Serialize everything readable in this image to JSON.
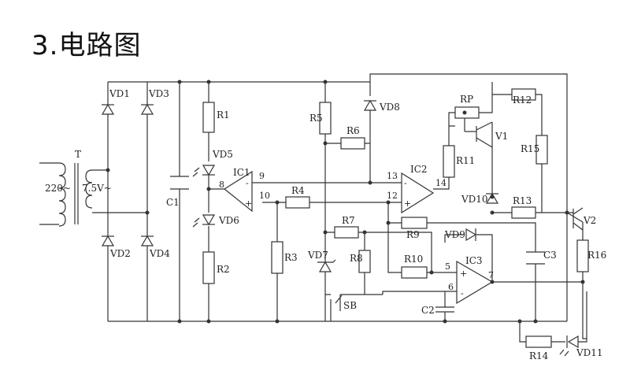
{
  "title": "3.电路图",
  "labels": {
    "T": "T",
    "v220": "220~",
    "v75": "7.5V~",
    "VD1": "VD1",
    "VD2": "VD2",
    "VD3": "VD3",
    "VD4": "VD4",
    "C1": "C1",
    "R1": "R1",
    "R2": "R2",
    "VD5": "VD5",
    "VD6": "VD6",
    "IC1": "IC1",
    "R3": "R3",
    "R4": "R4",
    "R5": "R5",
    "R6": "R6",
    "VD7": "VD7",
    "R7": "R7",
    "R8": "R8",
    "SB": "SB",
    "VD8": "VD8",
    "IC2": "IC2",
    "R9": "R9",
    "R10": "R10",
    "R11": "R11",
    "RP": "RP",
    "R12": "R12",
    "V1": "V1",
    "R15": "R15",
    "VD10": "VD10",
    "R13": "R13",
    "VD9": "VD9",
    "IC3": "IC3",
    "C2": "C2",
    "C3": "C3",
    "V2": "V2",
    "R16": "R16",
    "R14": "R14",
    "VD11": "VD11"
  },
  "pins": {
    "p8": "8",
    "p9": "9",
    "p10": "10",
    "p12": "12",
    "p13": "13",
    "p14": "14",
    "p5": "5",
    "p6": "6",
    "p7": "7",
    "minus": "-",
    "plus": "+"
  }
}
